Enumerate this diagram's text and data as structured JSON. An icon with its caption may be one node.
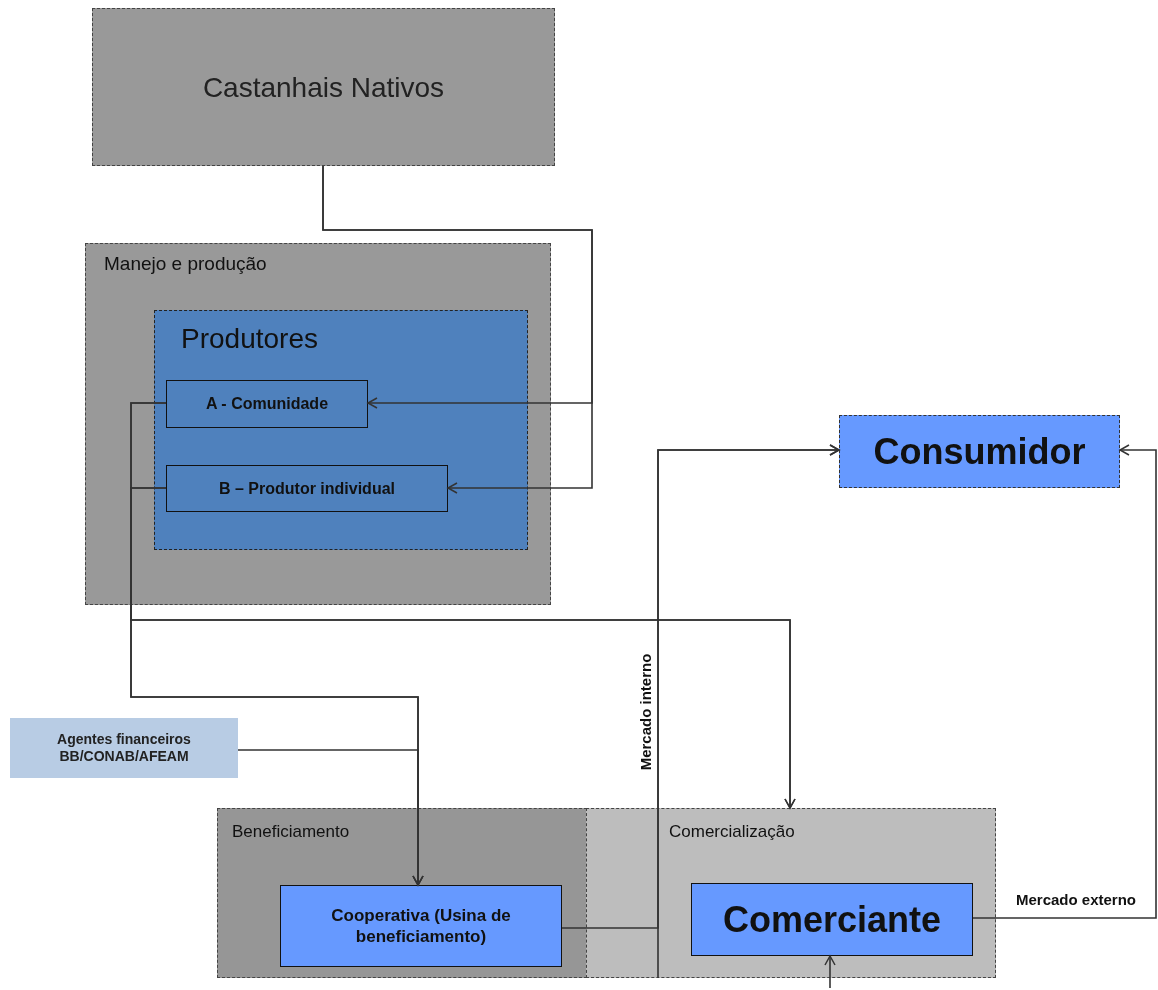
{
  "diagram": {
    "nodes": [
      {
        "text": [
          "Castanhais Nativos"
        ]
      },
      {
        "text": [
          "Manejo e produção"
        ]
      },
      {
        "text": [
          "Produtores"
        ],
        "in": 1
      },
      {
        "text": [
          "A - Comunidade"
        ],
        "in": 2
      },
      {
        "text": [
          "B – Produtor individual"
        ],
        "in": 2
      },
      {
        "text": [
          "Consumidor"
        ]
      },
      {
        "text": [
          "Agentes financeiros BB/CONAB/AFEAM"
        ]
      },
      {
        "text": [
          "Beneficiamento"
        ]
      },
      {
        "text": [
          "Cooperativa (Usina de beneficiamento)"
        ],
        "in": 7
      },
      {
        "text": [
          "Comercialização"
        ]
      },
      {
        "text": [
          "Comerciante"
        ],
        "in": 9
      }
    ],
    "edges": [
      {
        "from": 0,
        "to": 3,
        "arrow": "to"
      },
      {
        "from": 0,
        "to": 4,
        "arrow": "to"
      },
      {
        "from": 3,
        "to": 8,
        "arrow": "to"
      },
      {
        "from": 4,
        "to": 8,
        "arrow": "to"
      },
      {
        "from": 3,
        "to": 9,
        "arrow": "to"
      },
      {
        "from": 4,
        "to": 9,
        "arrow": "to"
      },
      {
        "from": 6,
        "to": 8,
        "arrow": "to"
      },
      {
        "from": 8,
        "to": 5,
        "arrow": "to",
        "label": "Mercado interno"
      },
      {
        "from": 9,
        "to": 5,
        "arrow": "to"
      },
      {
        "from": 10,
        "to": 5,
        "arrow": "to",
        "label": "Mercado externo"
      },
      {
        "from": null,
        "to": 10,
        "arrow": "to"
      }
    ]
  }
}
